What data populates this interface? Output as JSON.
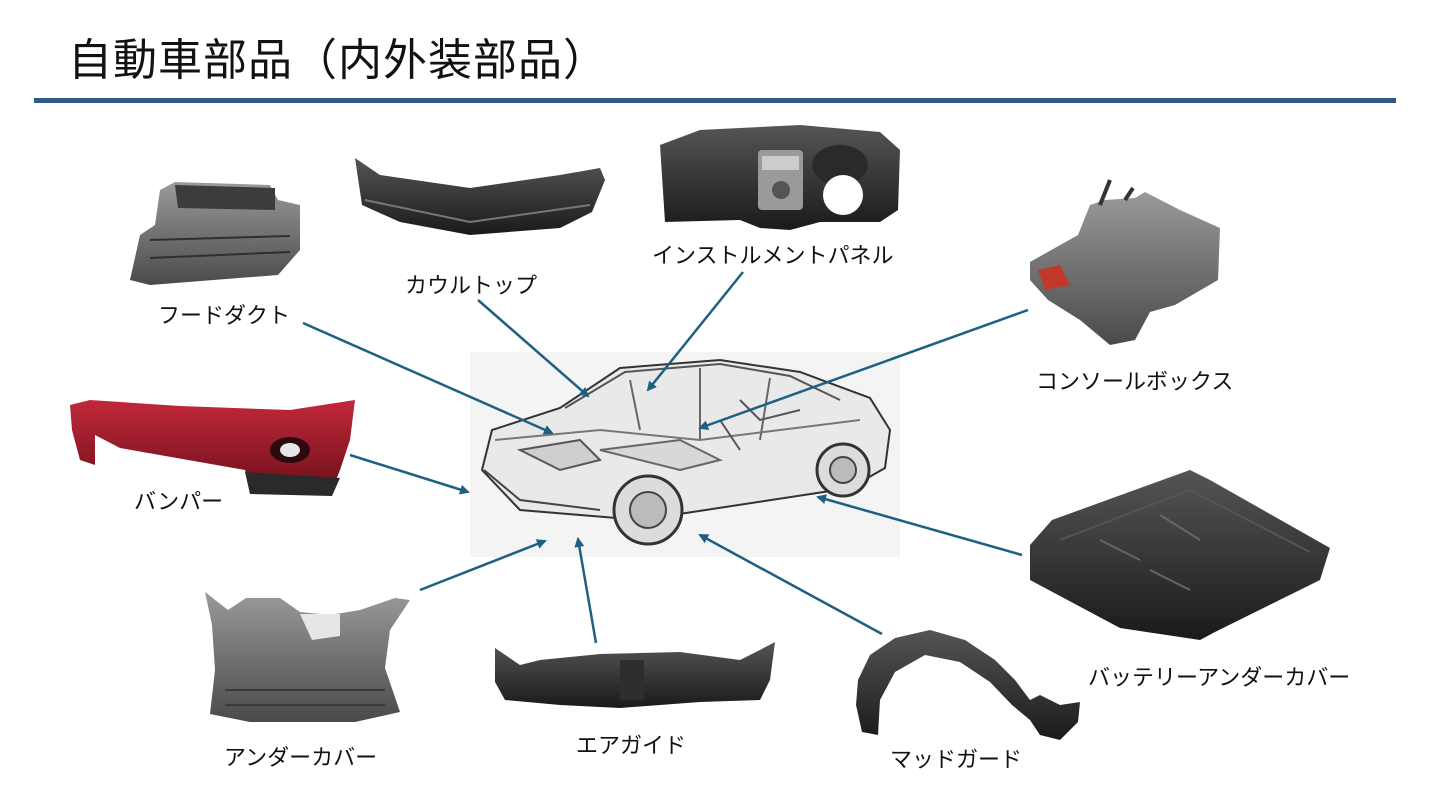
{
  "title": "自動車部品（内外装部品）",
  "colors": {
    "accent_rule": "#2e5a8a",
    "arrow": "#1f5f82"
  },
  "parts": {
    "hood_duct": "フードダクト",
    "cowl_top": "カウルトップ",
    "instrument_panel": "インストルメントパネル",
    "console_box": "コンソールボックス",
    "bumper": "バンパー",
    "battery_under_cover": "バッテリーアンダーカバー",
    "under_cover": "アンダーカバー",
    "air_guide": "エアガイド",
    "mud_guard": "マッドガード"
  }
}
